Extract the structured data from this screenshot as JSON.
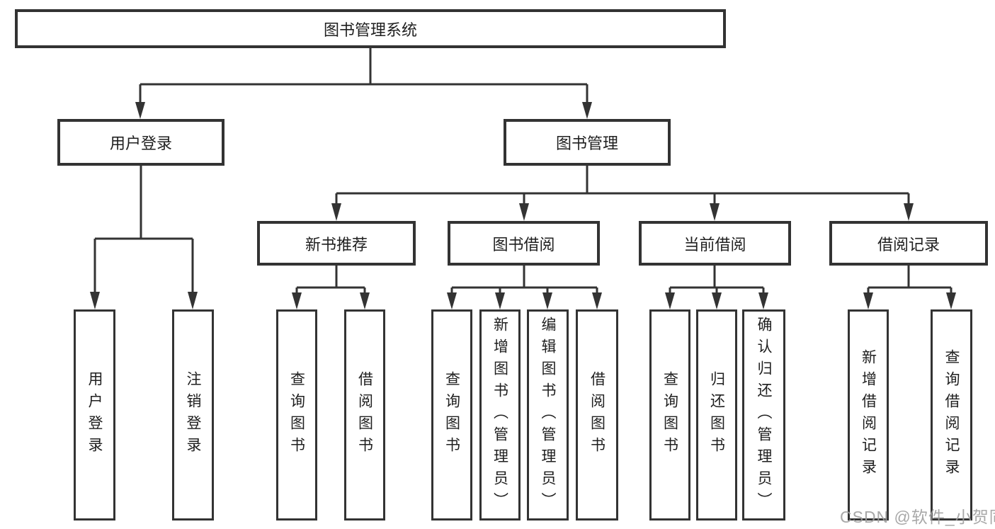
{
  "nodes": {
    "root": "图书管理系统",
    "user_login": "用户登录",
    "book_management": "图书管理",
    "new_book_recommend": "新书推荐",
    "book_borrow": "图书借阅",
    "current_borrow": "当前借阅",
    "borrow_records": "借阅记录",
    "leaf_user_login": "用户登录",
    "leaf_logout_login": "注销登录",
    "leaf_recommend_query_books": "查询图书",
    "leaf_recommend_borrow_books": "借阅图书",
    "leaf_borrow_query_books": "查询图书",
    "leaf_borrow_add_books": "新增图书（管理员）",
    "leaf_borrow_edit_books": "编辑图书（管理员）",
    "leaf_borrow_borrow_books": "借阅图书",
    "leaf_current_query_books": "查询图书",
    "leaf_current_return_books": "归还图书",
    "leaf_current_confirm_return": "确认归还（管理员）",
    "leaf_records_add_record": "新增借阅记录",
    "leaf_records_query_record": "查询借阅记录"
  },
  "hierarchy": {
    "图书管理系统": {
      "用户登录": [
        "用户登录",
        "注销登录"
      ],
      "图书管理": {
        "新书推荐": [
          "查询图书",
          "借阅图书"
        ],
        "图书借阅": [
          "查询图书",
          "新增图书（管理员）",
          "编辑图书（管理员）",
          "借阅图书"
        ],
        "当前借阅": [
          "查询图书",
          "归还图书",
          "确认归还（管理员）"
        ],
        "借阅记录": [
          "新增借阅记录",
          "查询借阅记录"
        ]
      }
    }
  },
  "watermark": {
    "text": "CSDN @软件_小贺同学"
  },
  "colors": {
    "line": "#333333",
    "text": "#1f1f1f",
    "node_background": "#ffffff",
    "watermark": "#9e9e9e"
  }
}
